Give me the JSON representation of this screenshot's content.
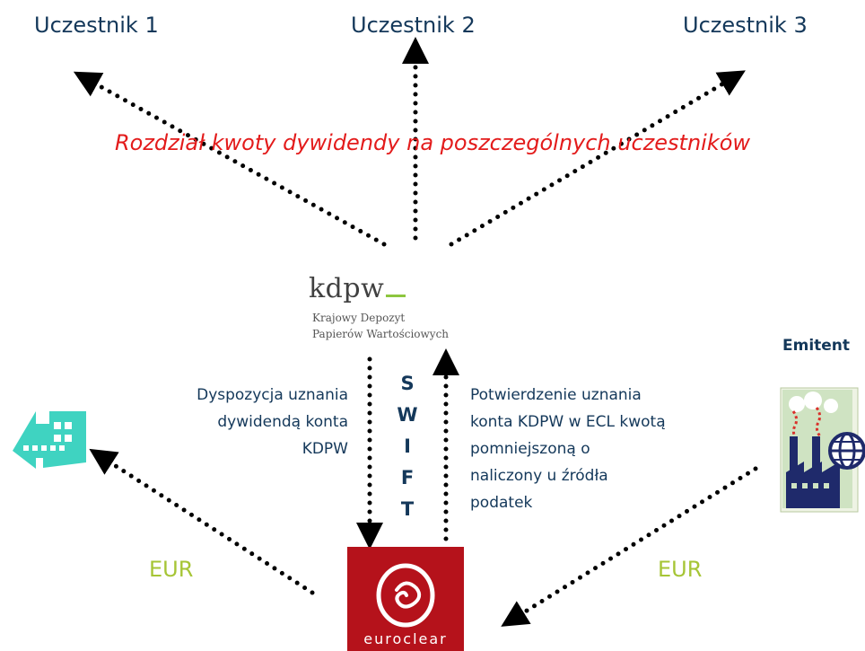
{
  "participants": [
    {
      "label": "Uczestnik 1"
    },
    {
      "label": "Uczestnik 2"
    },
    {
      "label": "Uczestnik 3"
    }
  ],
  "distribution_label": "Rozdział kwoty dywidendy na poszczególnych uczestników",
  "kdpw": {
    "logo": "kdpw",
    "line1": "Krajowy Depozyt",
    "line2": "Papierów Wartościowych"
  },
  "left_note": [
    "Dyspozycja uznania",
    "dywidendą konta",
    "KDPW"
  ],
  "right_note": [
    "Potwierdzenie uznania",
    "konta KDPW w ECL kwotą",
    "pomniejszoną o",
    "naliczony u źródła",
    "podatek"
  ],
  "swift_letters": [
    "S",
    "W",
    "I",
    "F",
    "T"
  ],
  "emitent_label": "Emitent",
  "eur_left": "EUR",
  "eur_right": "EUR",
  "euroclear_logo_text": "euroclear",
  "colors": {
    "navy": "#14385a",
    "red": "#e31b1b",
    "lime": "#a6c536",
    "euroclear_red": "#b5121b",
    "bank_teal": "#3fd3c1",
    "kdpw_green": "#8dc63f"
  },
  "icons": [
    "bank-building-icon",
    "factory-globe-icon",
    "euroclear-logo"
  ]
}
